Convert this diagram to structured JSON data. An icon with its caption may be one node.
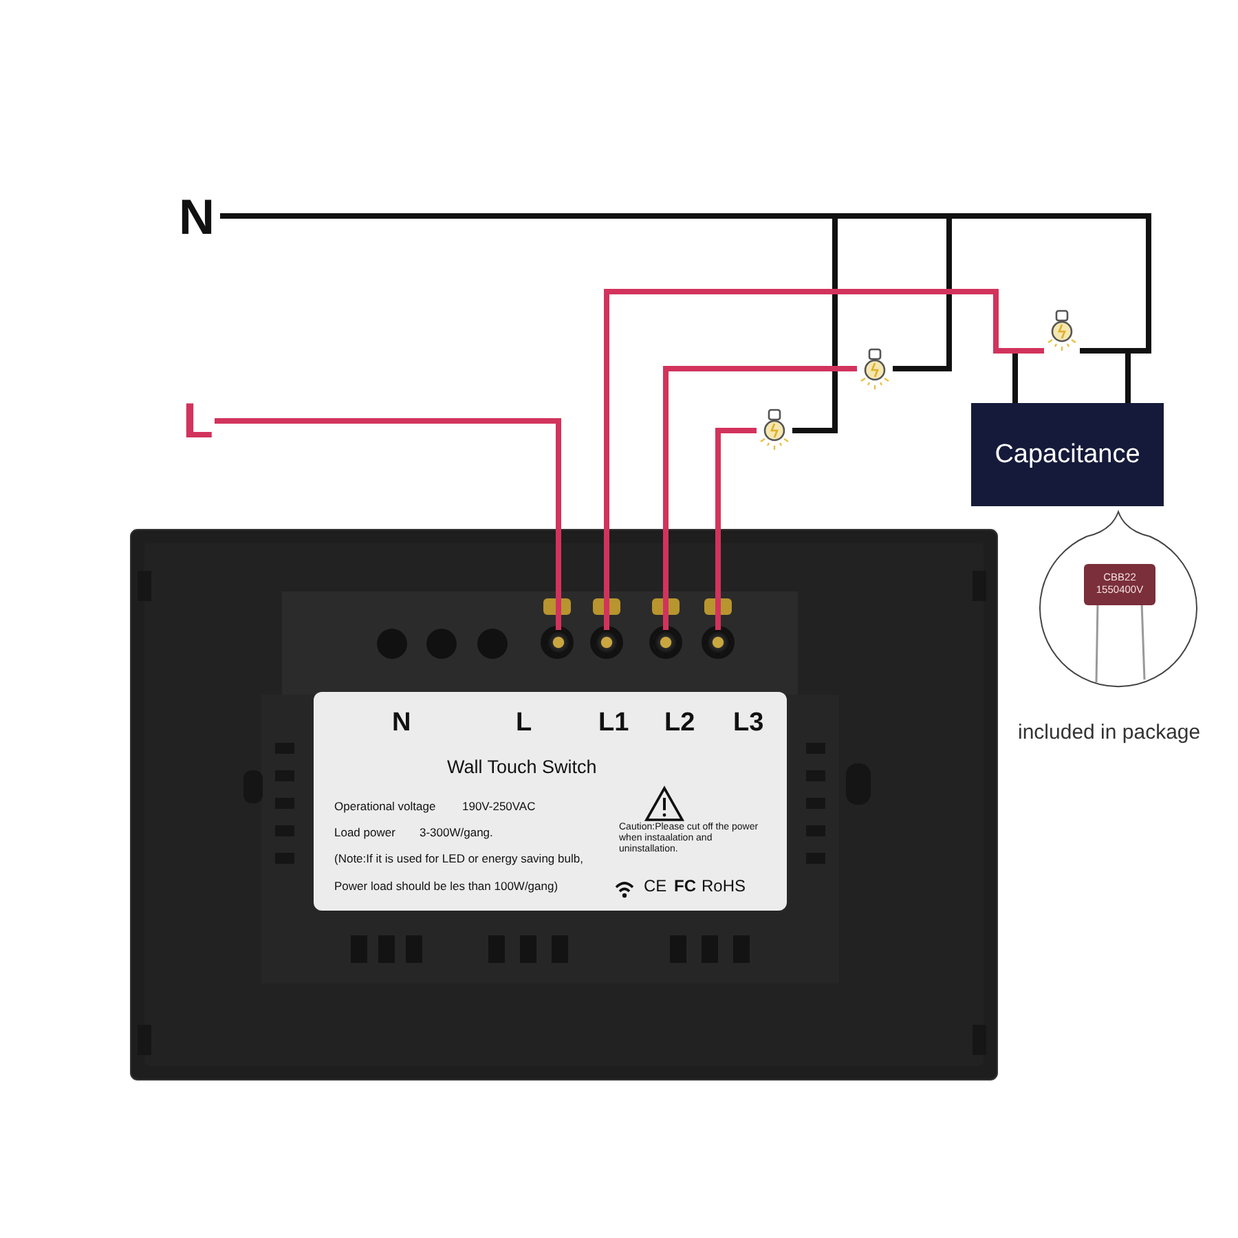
{
  "diagram": {
    "nodes": [
      {
        "text": [
          "N"
        ]
      },
      {
        "text": [
          "L"
        ]
      },
      {
        "text": [],
        "shape": "picture"
      },
      {
        "text": [],
        "shape": "picture"
      },
      {
        "text": [],
        "shape": "picture"
      },
      {
        "text": [
          "Capacitance"
        ]
      },
      {
        "text": [],
        "shape": "circle",
        "beside": [
          "included in package"
        ]
      },
      {
        "text": [
          "CBB22 1550400V"
        ],
        "in": 6
      },
      {
        "text": [],
        "shape": "picture"
      },
      {
        "text": [
          "N",
          "L",
          "L1",
          "L2",
          "L3",
          "Wall Touch Switch",
          "Operational voltage",
          "190V-250VAC",
          "Load power",
          "3-300W/gang.",
          "(Note:If it is used for LED or energy saving bulb,",
          "Power load should be les than 100W/gang)",
          "Caution:Please cut off the power when instaalation and uninstallation.",
          "CE",
          "FC",
          "RoHS"
        ],
        "in": 8
      },
      {
        "text": [],
        "shape": "circle",
        "in": 8
      },
      {
        "text": [],
        "shape": "circle",
        "in": 8
      },
      {
        "text": [],
        "shape": "circle",
        "in": 8
      },
      {
        "text": [],
        "shape": "circle",
        "in": 8
      }
    ],
    "edges": [
      {
        "from": 1,
        "to": 10,
        "arrow": "none",
        "color": "#d2335c"
      },
      {
        "from": 0,
        "to": 4,
        "arrow": "none"
      },
      {
        "from": 0,
        "to": 3,
        "arrow": "none"
      },
      {
        "from": 0,
        "to": 2,
        "arrow": "none"
      },
      {
        "from": 0,
        "to": 5,
        "arrow": "none"
      },
      {
        "from": 11,
        "to": 2,
        "arrow": "none",
        "color": "#d2335c"
      },
      {
        "from": 11,
        "to": 5,
        "arrow": "none"
      },
      {
        "from": 12,
        "to": 3,
        "arrow": "none",
        "color": "#d2335c"
      },
      {
        "from": 13,
        "to": 4,
        "arrow": "none",
        "color": "#d2335c"
      }
    ]
  }
}
